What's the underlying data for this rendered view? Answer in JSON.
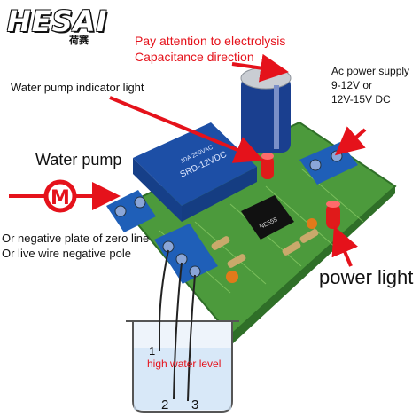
{
  "brand": {
    "name": "HESAI",
    "subtitle": "荷赛"
  },
  "annotations": {
    "electrolysis_line1": "Pay attention to electrolysis",
    "electrolysis_line2": "Capacitance direction",
    "pump_indicator": "Water pump indicator light",
    "ac_supply_line1": "Ac power supply",
    "ac_supply_line2": "9-12V or",
    "ac_supply_line3": "12V-15V DC",
    "water_pump": "Water pump",
    "motor_symbol": "M",
    "negative_line1": "Or negative plate of zero line",
    "negative_line2": "Or live wire negative pole",
    "power_light": "power light",
    "high_water_level": "high water level"
  },
  "probes": {
    "p1": "1",
    "p2": "2",
    "p3": "3"
  },
  "components": {
    "relay_model": "SRD-12VDC",
    "relay_rating": "10A 250VAC",
    "chip": "NE555"
  },
  "colors": {
    "accent_red": "#e5121b",
    "pcb_green": "#4c9a3c",
    "terminal_blue": "#1f5fb8",
    "relay_blue": "#1d4fa6",
    "capacitor_blue": "#1a3f8f"
  }
}
